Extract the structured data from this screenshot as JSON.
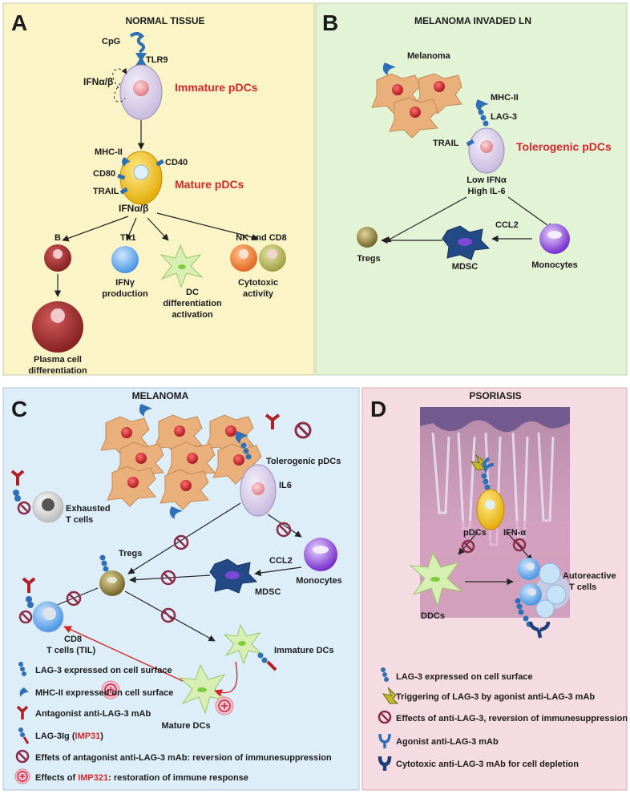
{
  "panels": {
    "a": {
      "letter": "A",
      "title": "NORMAL TISSUE",
      "cpg": "CpG",
      "tlr9": "TLR9",
      "ifn_ab": "IFNα/β",
      "immature_pdcs": "Immature pDCs",
      "mhc2": "MHC-II",
      "cd40": "CD40",
      "cd80": "CD80",
      "trail": "TRAIL",
      "mature_pdcs": "Mature pDCs",
      "ifn_ab2": "IFNα/β",
      "b": "B",
      "th1": "Th1",
      "nk_cd8": "NK and CD8",
      "ifng_1": "IFNγ",
      "ifng_2": "production",
      "dc_1": "DC",
      "dc_2": "differentiation",
      "dc_3": "activation",
      "cyto_1": "Cytotoxic",
      "cyto_2": "activity",
      "plasma_1": "Plasma cell",
      "plasma_2": "differentiation"
    },
    "b": {
      "letter": "B",
      "title": "MELANOMA INVADED LN",
      "melanoma": "Melanoma",
      "mhc2": "MHC-II",
      "lag3": "LAG-3",
      "trail": "TRAIL",
      "tolerogenic": "Tolerogenic pDCs",
      "low_ifna": "Low IFNα",
      "high_il6": "High IL-6",
      "ccl2": "CCL2",
      "tregs": "Tregs",
      "mdsc": "MDSC",
      "monocytes": "Monocytes"
    },
    "c": {
      "letter": "C",
      "title": "MELANOMA",
      "tolerogenic": "Tolerogenic pDCs",
      "il6": "IL6",
      "exhausted_1": "Exhausted",
      "exhausted_2": "T cells",
      "tregs": "Tregs",
      "ccl2": "CCL2",
      "mdsc": "MDSC",
      "monocytes": "Monocytes",
      "cd8_1": "CD8",
      "cd8_2": "T cells (TIL)",
      "immature_dcs": "Immature DCs",
      "mature_dcs": "Mature DCs",
      "legend": [
        {
          "text": "LAG-3 expressed on cell surface"
        },
        {
          "text": "MHC-II expressed on cell surface"
        },
        {
          "text": "Antagonist anti-LAG-3 mAb"
        },
        {
          "text": "LAG-3Ig  (",
          "red": "IMP31",
          "tail": ")"
        },
        {
          "text": "Effets of antagonist anti-LAG-3 mAb: reversion of immunesuppression"
        },
        {
          "text": "Effects of ",
          "red": "IMP321",
          "tail": ": restoration of immune response"
        }
      ]
    },
    "d": {
      "letter": "D",
      "title": "PSORIASIS",
      "pdcs": "pDCs",
      "ifna": "IFN-α",
      "ddcs": "DDCs",
      "auto_1": "Autoreactive",
      "auto_2": "T cells",
      "legend": [
        {
          "text": "LAG-3 expressed on cell surface"
        },
        {
          "text": "Triggering of LAG-3 by agonist anti-LAG-3 mAb"
        },
        {
          "text": "Effects of anti-LAG-3,  reversion of immunesuppression"
        },
        {
          "text": "Agonist anti-LAG-3 mAb"
        },
        {
          "text": "Cytotoxic anti-LAG-3 mAb  for cell depletion"
        }
      ]
    }
  },
  "colors": {
    "panel_a_bg": "#fbf4c6",
    "panel_b_bg": "#e3f3d6",
    "panel_c_bg": "#ddeef8",
    "panel_d_bg": "#f5dbe2",
    "label_red": "#d6262b",
    "lag3_blue": "#2e6fb5",
    "melanoma_cell": "#e9b07c"
  }
}
